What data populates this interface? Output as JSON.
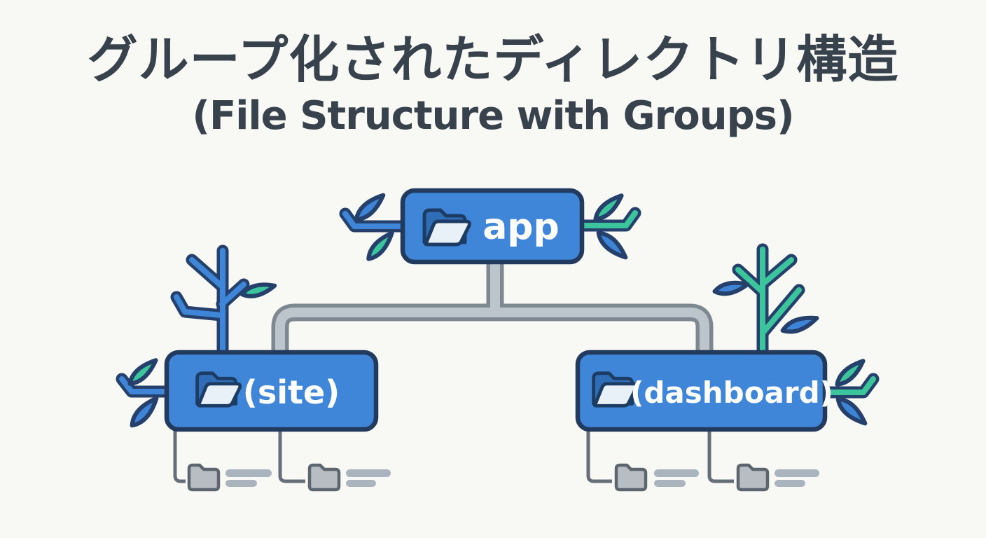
{
  "title": {
    "main": "グループ化されたディレクトリ構造",
    "subtitle": "(File Structure with Groups)"
  },
  "nodes": {
    "root": {
      "label": "app",
      "icon": "open-folder-icon"
    },
    "groups": [
      {
        "label": "(site)",
        "icon": "open-folder-icon",
        "placeholder_items": 2
      },
      {
        "label": "(dashboard)",
        "icon": "open-folder-icon",
        "placeholder_items": 2
      }
    ]
  },
  "colors": {
    "background": "#f8f8f5",
    "title_text": "#38424d",
    "node_fill": "#3f86d8",
    "node_border": "#223a5e",
    "node_text": "#ffffff",
    "folder_back_blue": "#2f6db6",
    "folder_front_light": "#e9f1f8",
    "leaf_blue": "#3d84d6",
    "leaf_teal": "#3cc49c",
    "branch_outline": "#24406b",
    "connector_outer": "#7e8890",
    "connector_inner": "#bcc5cc",
    "subitem_line": "#666f77",
    "subitem_folder_fill": "#b7bdc3",
    "subitem_folder_stroke": "#5d666e",
    "placeholder_bar": "#a9b4bf"
  }
}
